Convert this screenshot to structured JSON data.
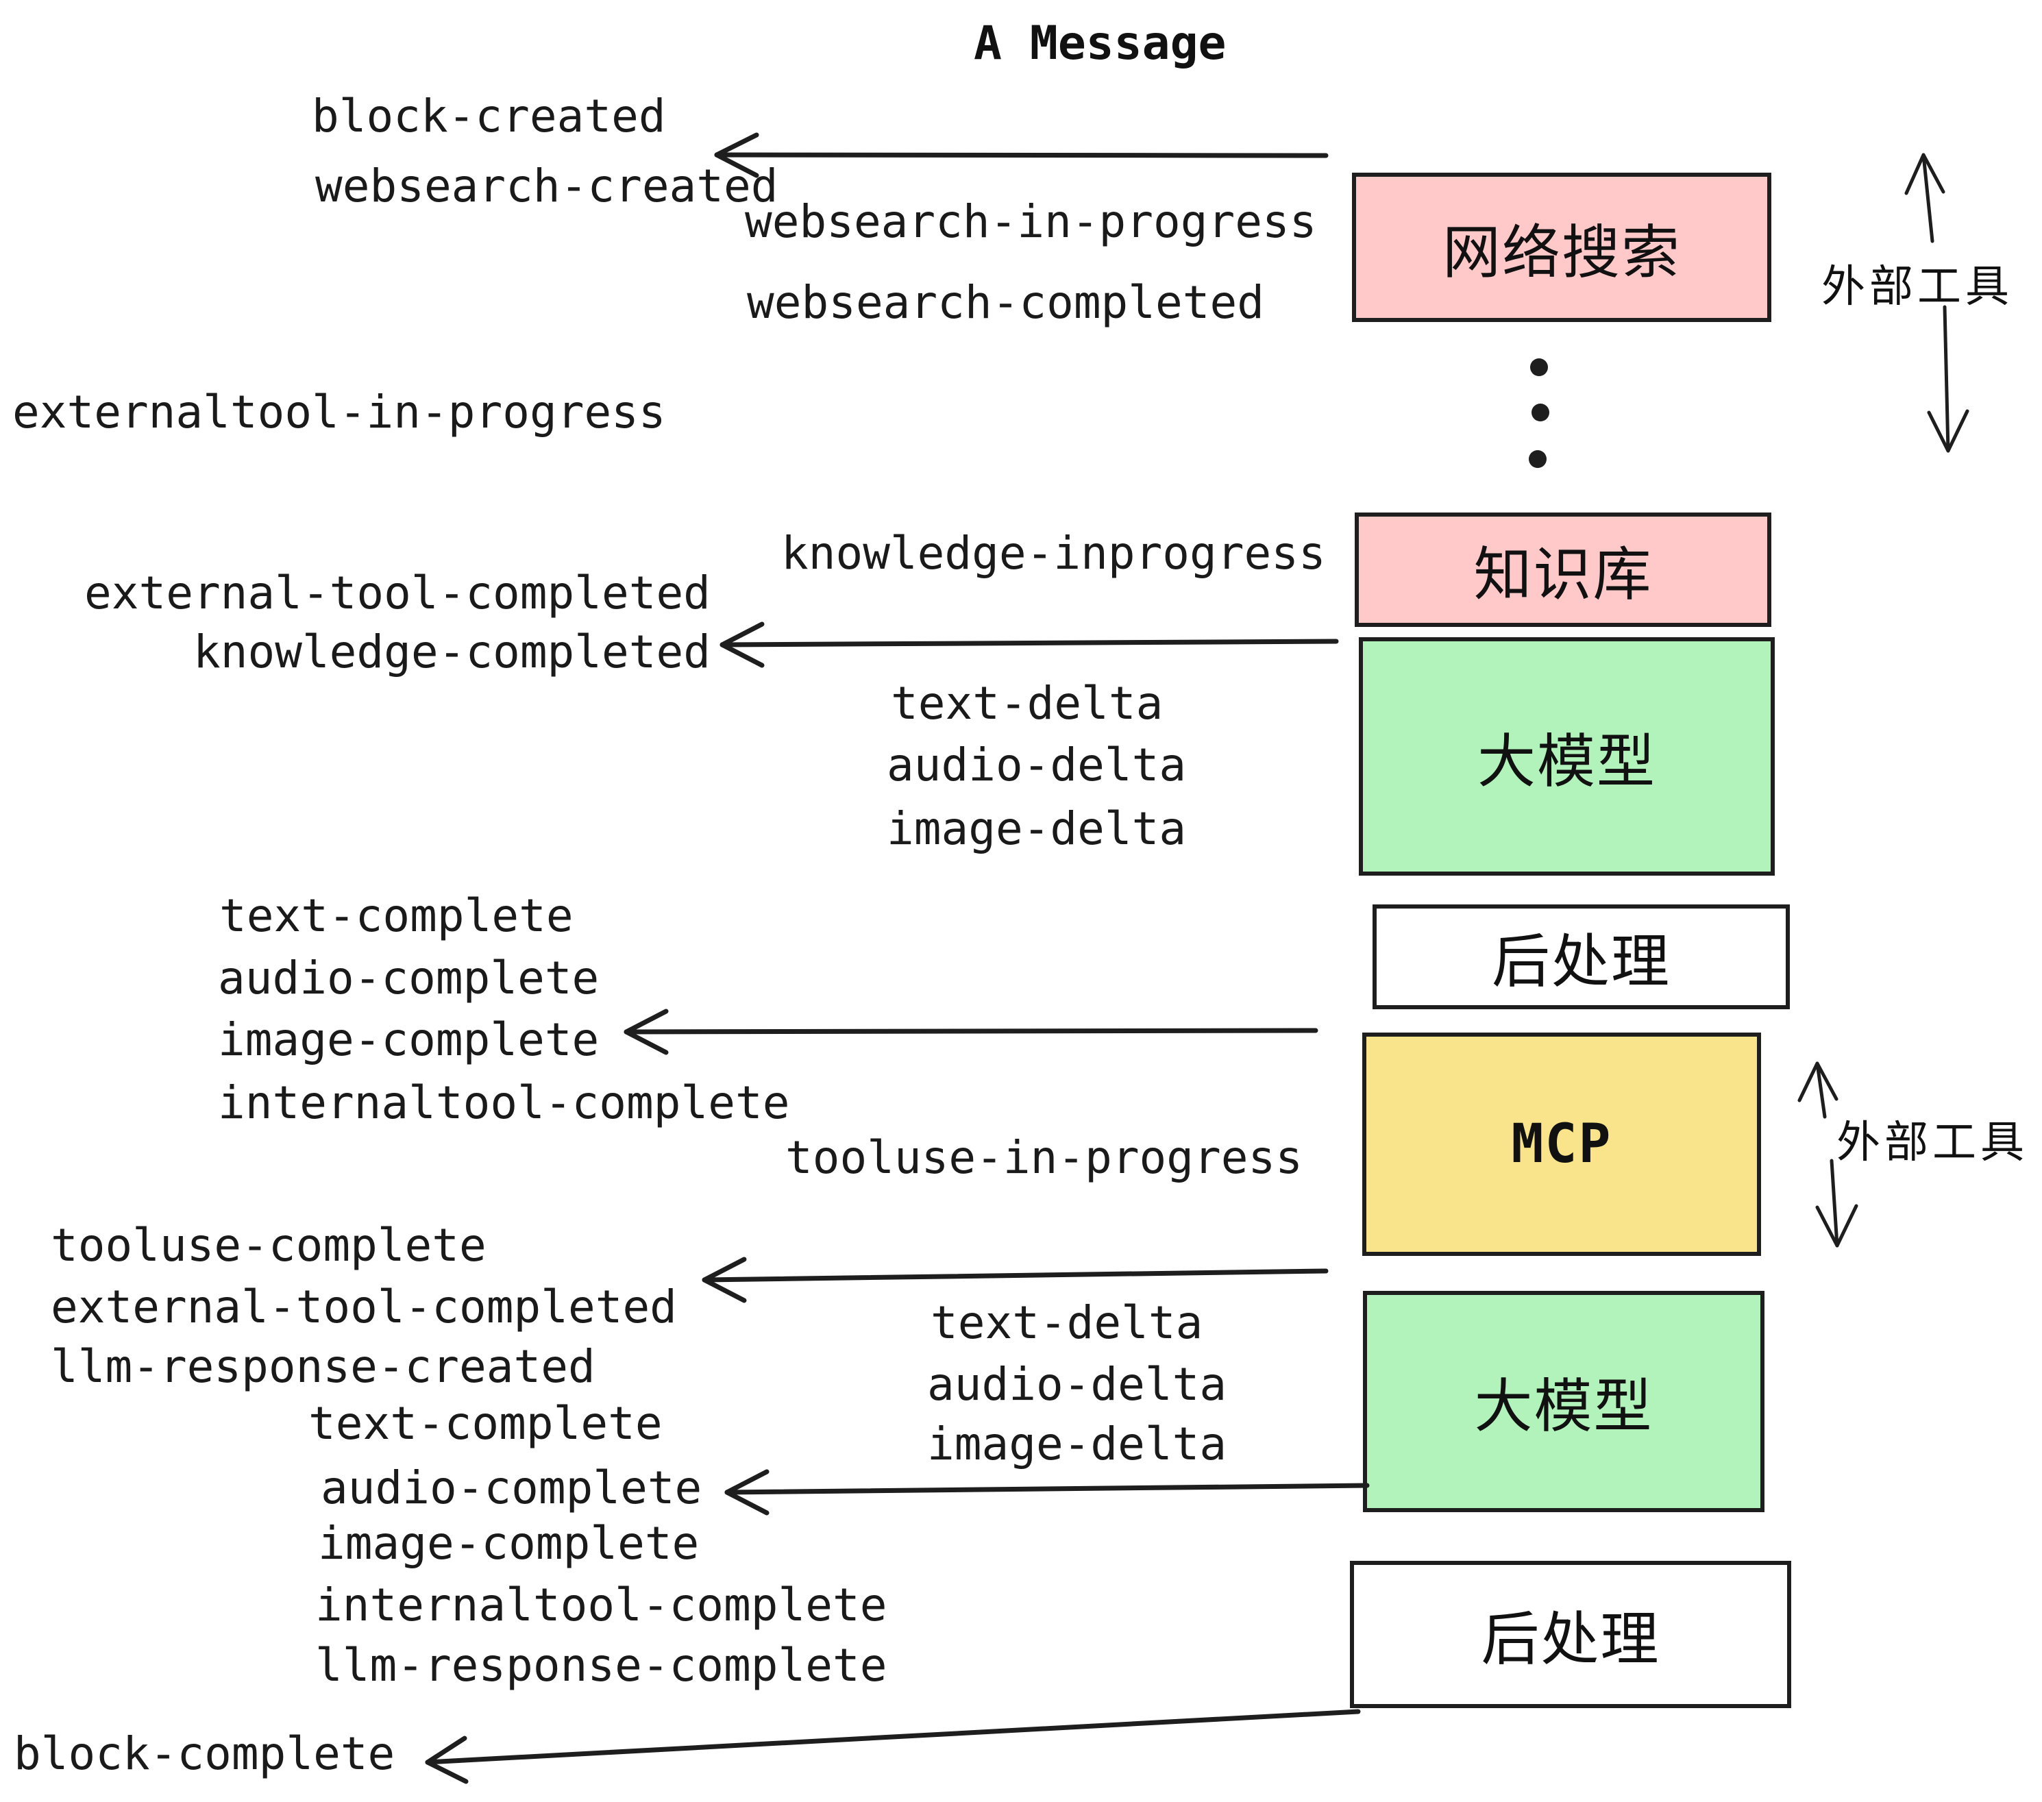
{
  "title": "A Message",
  "events": {
    "block_created": "block-created",
    "websearch_created": "websearch-created",
    "websearch_in_progress": "websearch-in-progress",
    "websearch_completed": "websearch-completed",
    "externaltool_in_progress": "externaltool-in-progress",
    "knowledge_inprogress": "knowledge-inprogress",
    "external_tool_completed_1": "external-tool-completed",
    "knowledge_completed": "knowledge-completed",
    "text_delta_1": "text-delta",
    "audio_delta_1": "audio-delta",
    "image_delta_1": "image-delta",
    "text_complete_1": "text-complete",
    "audio_complete_1": "audio-complete",
    "image_complete_1": "image-complete",
    "internaltool_complete_1": "internaltool-complete",
    "tooluse_in_progress": "tooluse-in-progress",
    "tooluse_complete": "tooluse-complete",
    "external_tool_completed_2": "external-tool-completed",
    "llm_response_created": "llm-response-created",
    "text_complete_2": "text-complete",
    "text_delta_2": "text-delta",
    "audio_delta_2": "audio-delta",
    "image_delta_2": "image-delta",
    "audio_complete_2": "audio-complete",
    "image_complete_2": "image-complete",
    "internaltool_complete_2": "internaltool-complete",
    "llm_response_complete": "llm-response-complete",
    "block_complete": "block-complete"
  },
  "boxes": {
    "websearch": {
      "label": "网络搜索"
    },
    "knowledge": {
      "label": "知识库"
    },
    "llm1": {
      "label": "大模型"
    },
    "postprocess1": {
      "label": "后处理"
    },
    "mcp": {
      "label": "MCP"
    },
    "llm2": {
      "label": "大模型"
    },
    "postprocess2": {
      "label": "后处理"
    }
  },
  "annotations": {
    "external_tools_1": "外部工具",
    "external_tools_2": "外部工具"
  },
  "colors": {
    "box_pink": "#ffc9c9",
    "box_green": "#b2f2bb",
    "box_yellow": "#f9e48b",
    "box_white": "#ffffff",
    "stroke": "#1e1e1e",
    "text": "#1a1a1a"
  }
}
